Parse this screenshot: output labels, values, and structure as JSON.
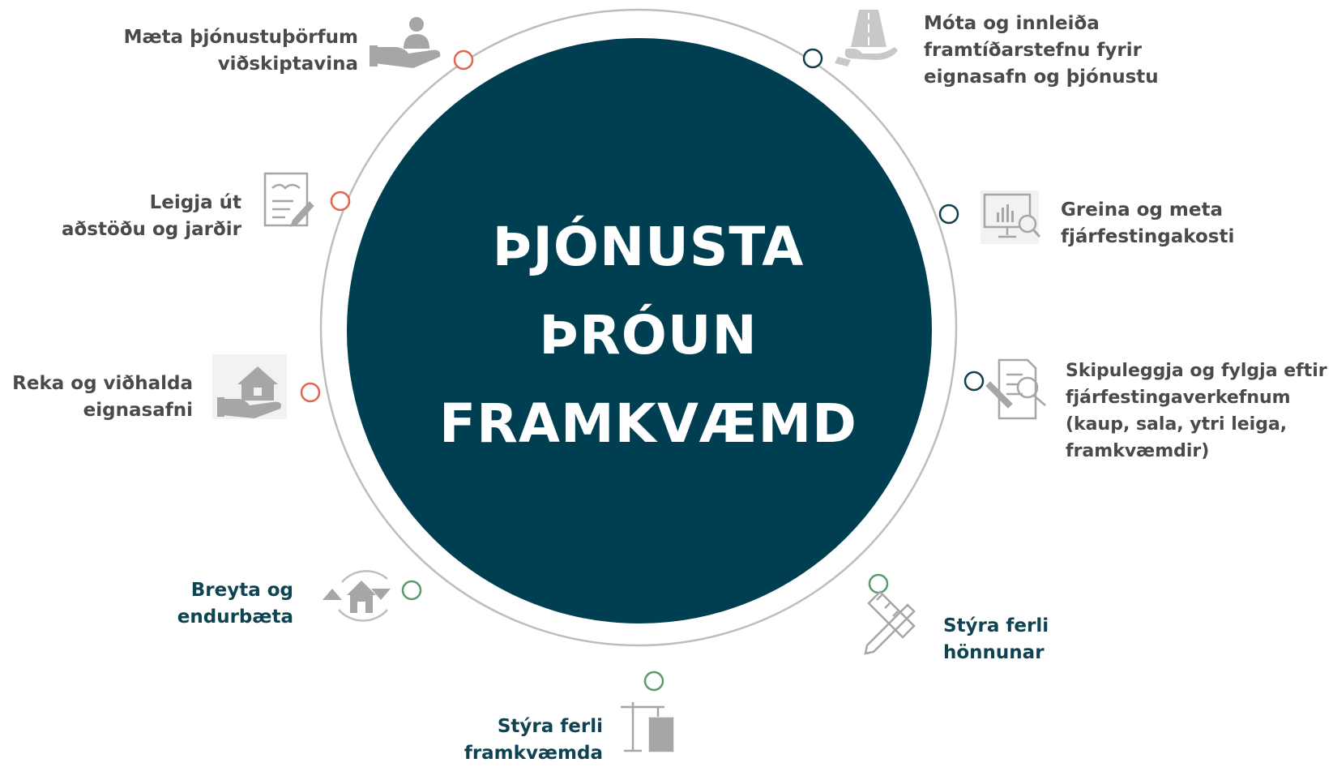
{
  "center": {
    "lines": [
      "ÞJÓNUSTA",
      "ÞRÓUN",
      "FRAMKVÆMD"
    ]
  },
  "steps": [
    {
      "label": "Mæta  þjónustuþörfum\nviðskiptavina",
      "icon": "hand-person-icon",
      "dot_color": "#e0664f"
    },
    {
      "label": "Leigja út\naðstöðu og jarðir",
      "icon": "contract-handshake-icon",
      "dot_color": "#e0664f"
    },
    {
      "label": "Reka og viðhalda\neignasafni",
      "icon": "hand-house-icon",
      "dot_color": "#e0664f"
    },
    {
      "label": "Breyta og\nendurbæta",
      "icon": "house-renovate-cycle-icon",
      "dot_color": "#5a9a6e"
    },
    {
      "label": "Stýra ferli\nframkvæmda",
      "icon": "crane-building-icon",
      "dot_color": "#5a9a6e"
    },
    {
      "label": "Stýra ferli\nhönnunar",
      "icon": "ruler-pencil-icon",
      "dot_color": "#5a9a6e"
    },
    {
      "label": "Skipuleggja og fylgja eftir\nfjárfestingaverkefnum\n(kaup, sala, ytri leiga,\nframkvæmdir)",
      "icon": "document-magnifier-icon",
      "dot_color": "#123f50"
    },
    {
      "label": "Greina og meta\nfjárfestingakosti",
      "icon": "monitor-chart-magnifier-icon",
      "dot_color": "#123f50"
    },
    {
      "label": "Móta og innleiða\nframtíðarstefnu fyrir\neignasafn og þjónustu",
      "icon": "hand-road-icon",
      "dot_color": "#123f50"
    }
  ],
  "colors": {
    "circle": "#003f52",
    "ring": "#bdbdbd",
    "icon": "#a6a6a6",
    "text_gray": "#4a4a4a",
    "text_dark": "#0f4352"
  }
}
